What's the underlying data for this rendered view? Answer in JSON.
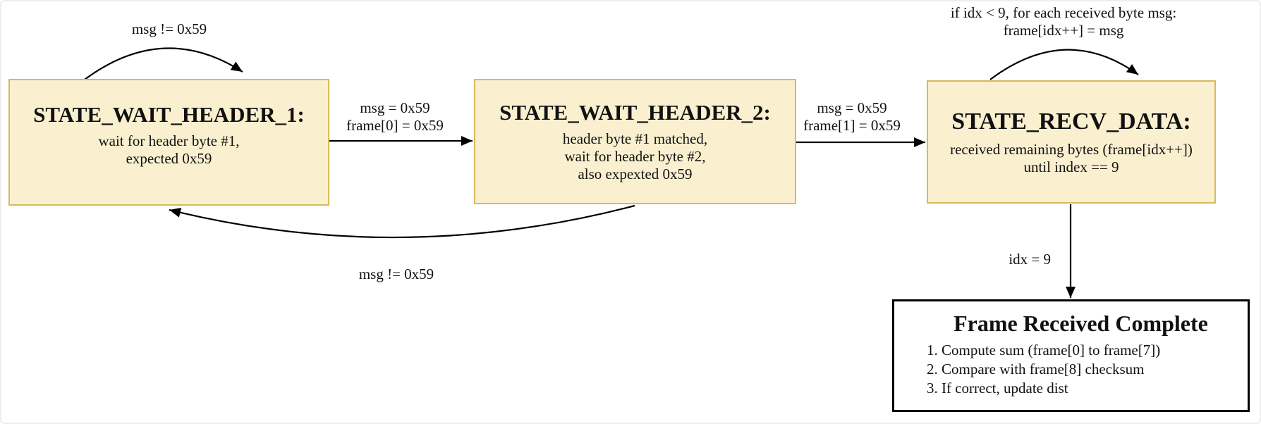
{
  "diagram": {
    "colors": {
      "background": "#ffffff",
      "state_fill": "#faf0d0",
      "state_border": "#d8b960",
      "final_fill": "#ffffff",
      "final_border": "#000000",
      "arrow": "#000000",
      "text": "#111111"
    },
    "states": [
      {
        "title": "STATE_WAIT_HEADER_1:",
        "lines": [
          "wait for header byte #1,",
          "expected 0x59"
        ]
      },
      {
        "title": "STATE_WAIT_HEADER_2:",
        "lines": [
          "header byte #1 matched,",
          "wait for header byte #2,",
          "also expexted 0x59"
        ]
      },
      {
        "title": "STATE_RECV_DATA:",
        "lines": [
          "received remaining bytes (frame[idx++])",
          "until index == 9"
        ]
      }
    ],
    "final": {
      "title": "Frame Received Complete",
      "steps": [
        "1. Compute sum (frame[0] to frame[7])",
        "2. Compare with frame[8] checksum",
        "3. If correct, update dist"
      ]
    },
    "edges": {
      "loop1": {
        "label": "msg != 0x59"
      },
      "h1_to_h2": {
        "lines": [
          "msg = 0x59",
          "frame[0] = 0x59"
        ]
      },
      "h2_to_recv": {
        "lines": [
          "msg = 0x59",
          "frame[1] = 0x59"
        ]
      },
      "loop_recv": {
        "lines": [
          "if idx < 9, for each received byte msg:",
          "frame[idx++] = msg"
        ]
      },
      "recv_back": {
        "label": "msg != 0x59"
      },
      "recv_to_final": {
        "label": "idx = 9"
      }
    }
  }
}
